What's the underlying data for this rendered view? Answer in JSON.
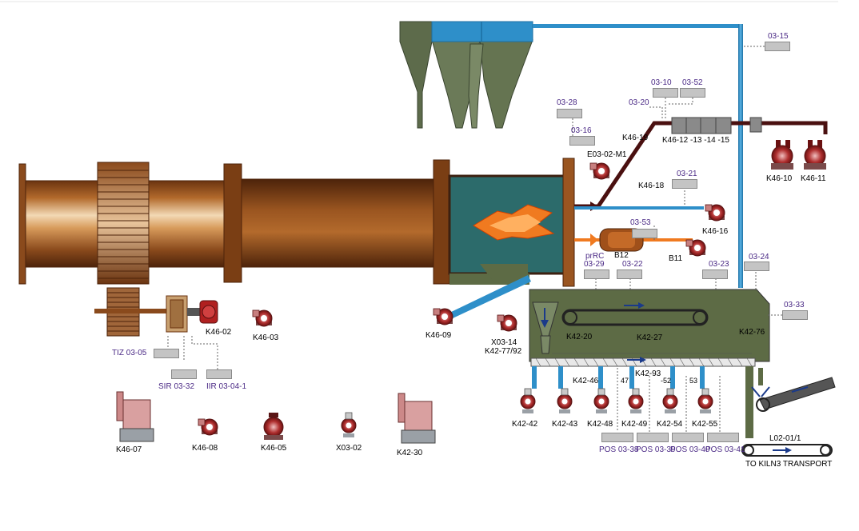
{
  "colors": {
    "kiln_brown": "#8a4a1c",
    "cooler_green": "#5d6b45",
    "air_duct_blue": "#2e8fc9",
    "exhaust_dark": "#4a1010",
    "flame_orange": "#f07a20",
    "tag_purple": "#4b2a86",
    "value_box_grey": "#c4c4c4"
  },
  "tags": {
    "t0315": "03-15",
    "t0310": "03-10",
    "t0352": "03-52",
    "t0328": "03-28",
    "t0320": "03-20",
    "t0316": "03-16",
    "t0321": "03-21",
    "t0353": "03-53",
    "t0329": "03-29",
    "t0322": "03-22",
    "t0323": "03-23",
    "t0324": "03-24",
    "t0333": "03-33",
    "prrc": "prRC",
    "tiz": "TIZ  03-05",
    "sir": "SIR  03-32",
    "iir": "IIR  03-04-1",
    "pos0338": "POS 03-38",
    "pos0339": "POS 03-39",
    "pos0340": "POS 03-40",
    "pos0341": "POS 03-41",
    "n47": "47",
    "n52": "-52",
    "n53": "53"
  },
  "labels": {
    "e0302m1": "E03-02-M1",
    "k4619": "K46-19",
    "k4612": "K46-12 -13 -14 -15",
    "k4618": "K46-18",
    "k4610": "K46-10",
    "k4611": "K46-11",
    "k4616": "K46-16",
    "b12": "B12",
    "b11": "B11",
    "k4602": "K46-02",
    "k4603": "K46-03",
    "k4609": "K46-09",
    "x0314": "X03-14",
    "k427792": "K42-77/92",
    "k4220": "K42-20",
    "k4227": "K42-27",
    "k4276": "K42-76",
    "k4246": "K42-46",
    "k4293": "K42-93",
    "k4242": "K42-42",
    "k4243": "K42-43",
    "k4248": "K42-48",
    "k4249": "K42-49",
    "k4254": "K42-54",
    "k4255": "K42-55",
    "l02011": "L02-01/1",
    "transport": "TO KILN3 TRANSPORT",
    "k4607": "K46-07",
    "k4608": "K46-08",
    "k4605": "K46-05",
    "x0302": "X03-02",
    "k4230": "K42-30"
  },
  "icons": [
    "fan-pump-icon",
    "motor-icon",
    "cyclone-icon",
    "burner-flame-icon",
    "conveyor-icon",
    "compressor-icon",
    "filter-unit-icon"
  ]
}
